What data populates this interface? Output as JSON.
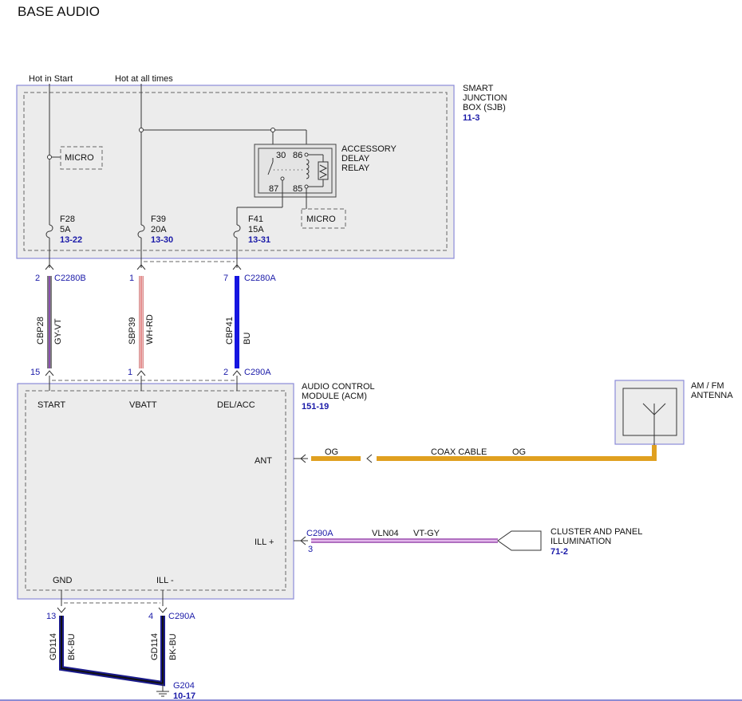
{
  "title": "BASE AUDIO",
  "sjb": {
    "name_lines": [
      "SMART",
      "JUNCTION",
      "BOX (SJB)"
    ],
    "ref": "11-3",
    "feeds": {
      "start": "Hot in Start",
      "always": "Hot at all times"
    },
    "micro": "MICRO",
    "relay_label": [
      "ACCESSORY",
      "DELAY",
      "RELAY"
    ],
    "relay_pins": {
      "p30": "30",
      "p86": "86",
      "p87": "87",
      "p85": "85"
    },
    "fuses": [
      {
        "name": "F28",
        "rating": "5A",
        "ref": "13-22"
      },
      {
        "name": "F39",
        "rating": "20A",
        "ref": "13-30"
      },
      {
        "name": "F41",
        "rating": "15A",
        "ref": "13-31"
      }
    ]
  },
  "wires_top": [
    {
      "pin_top": "2",
      "connector_top": "C2280B",
      "circuit": "CBP28",
      "color": "GY-VT",
      "pin_bottom": "15"
    },
    {
      "pin_top": "1",
      "circuit": "SBP39",
      "color": "WH-RD",
      "pin_bottom": "1"
    },
    {
      "pin_top": "7",
      "connector_top": "C2280A",
      "circuit": "CBP41",
      "color": "BU",
      "pin_bottom": "2",
      "connector_bottom": "C290A"
    }
  ],
  "acm": {
    "name_lines": [
      "AUDIO CONTROL",
      "MODULE (ACM)"
    ],
    "ref": "151-19",
    "pins": {
      "start": "START",
      "vbatt": "VBATT",
      "delacc": "DEL/ACC",
      "ant": "ANT",
      "ill_plus": "ILL +",
      "gnd": "GND",
      "ill_minus": "ILL -"
    }
  },
  "antenna": {
    "name_lines": [
      "AM / FM",
      "ANTENNA"
    ],
    "coax_color_left": "OG",
    "coax_label": "COAX CABLE",
    "coax_color_right": "OG"
  },
  "illumination": {
    "connector": "C290A",
    "pin": "3",
    "circuit": "VLN04",
    "color": "VT-GY",
    "target_lines": [
      "CLUSTER AND PANEL",
      "ILLUMINATION"
    ],
    "target_ref": "71-2"
  },
  "ground": {
    "wires": [
      {
        "pin": "13",
        "circuit": "GD114",
        "color": "BK-BU"
      },
      {
        "pin": "4",
        "connector": "C290A",
        "circuit": "GD114",
        "color": "BK-BU"
      }
    ],
    "ground_id": "G204",
    "ground_ref": "10-17"
  }
}
